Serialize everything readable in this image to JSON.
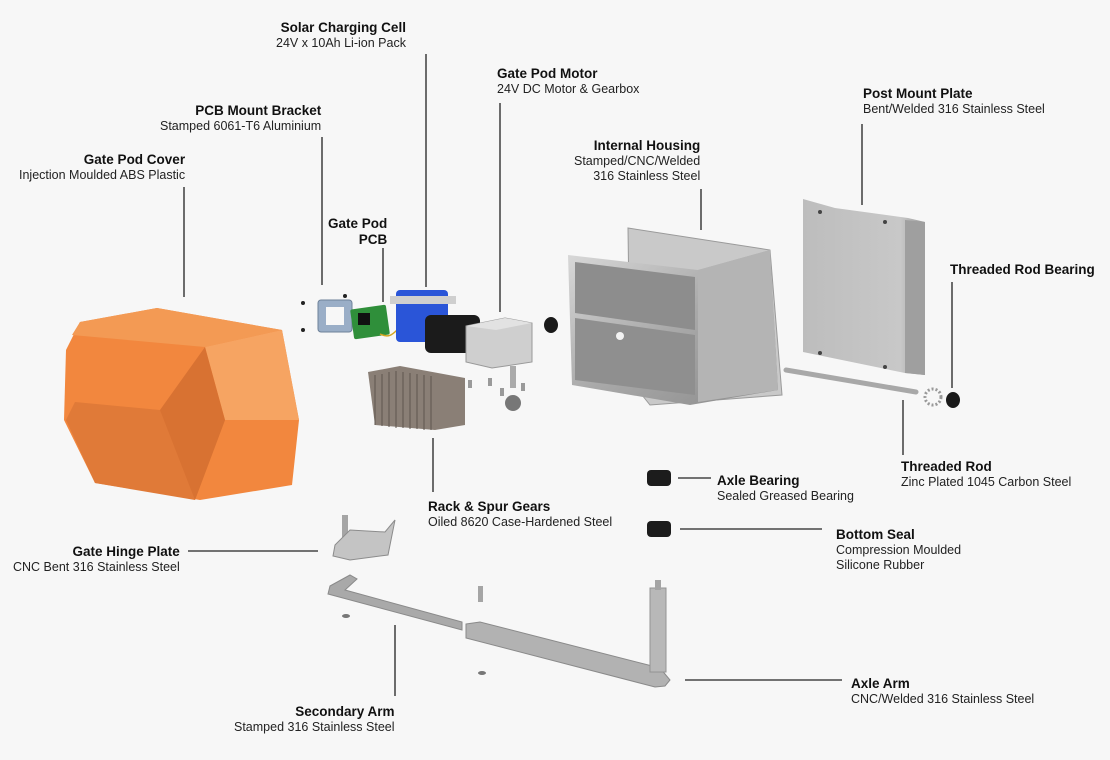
{
  "title": "Gate Pod Exploded Assembly",
  "colors": {
    "background": "#f7f7f7",
    "cover_orange": "#f2873e",
    "steel": "#b9b9b9",
    "pcb_green": "#2f8f3a",
    "battery_blue": "#2a55d8",
    "rubber": "#1a1a1a",
    "leader": "#222222"
  },
  "components": [
    {
      "id": "solar",
      "title": "Solar Charging Cell",
      "subtitle": [
        "24V x 10Ah Li-ion Pack"
      ]
    },
    {
      "id": "motor",
      "title": "Gate Pod Motor",
      "subtitle": [
        "24V DC Motor & Gearbox"
      ]
    },
    {
      "id": "bracket",
      "title": "PCB Mount Bracket",
      "subtitle": [
        "Stamped 6061-T6 Aluminium"
      ]
    },
    {
      "id": "cover",
      "title": "Gate Pod Cover",
      "subtitle": [
        "Injection Moulded ABS Plastic"
      ]
    },
    {
      "id": "pcb",
      "title": "Gate Pod PCB",
      "title_lines": [
        "Gate Pod",
        "PCB"
      ],
      "subtitle": []
    },
    {
      "id": "housing",
      "title": "Internal Housing",
      "subtitle": [
        "Stamped/CNC/Welded",
        "316 Stainless Steel"
      ]
    },
    {
      "id": "postplate",
      "title": "Post Mount Plate",
      "subtitle": [
        "Bent/Welded 316 Stainless Steel"
      ]
    },
    {
      "id": "rodbearing",
      "title": "Threaded Rod Bearing",
      "subtitle": []
    },
    {
      "id": "rod",
      "title": "Threaded Rod",
      "subtitle": [
        "Zinc Plated 1045 Carbon Steel"
      ]
    },
    {
      "id": "axlebearing",
      "title": "Axle Bearing",
      "subtitle": [
        "Sealed Greased Bearing"
      ]
    },
    {
      "id": "gears",
      "title": "Rack & Spur Gears",
      "subtitle": [
        "Oiled 8620 Case-Hardened Steel"
      ]
    },
    {
      "id": "seal",
      "title": "Bottom Seal",
      "subtitle": [
        "Compression Moulded",
        "Silicone Rubber"
      ]
    },
    {
      "id": "hinge",
      "title": "Gate Hinge Plate",
      "subtitle": [
        "CNC Bent 316 Stainless Steel"
      ]
    },
    {
      "id": "secarm",
      "title": "Secondary Arm",
      "subtitle": [
        "Stamped 316 Stainless Steel"
      ]
    },
    {
      "id": "axlearm",
      "title": "Axle Arm",
      "subtitle": [
        "CNC/Welded 316 Stainless Steel"
      ]
    }
  ]
}
